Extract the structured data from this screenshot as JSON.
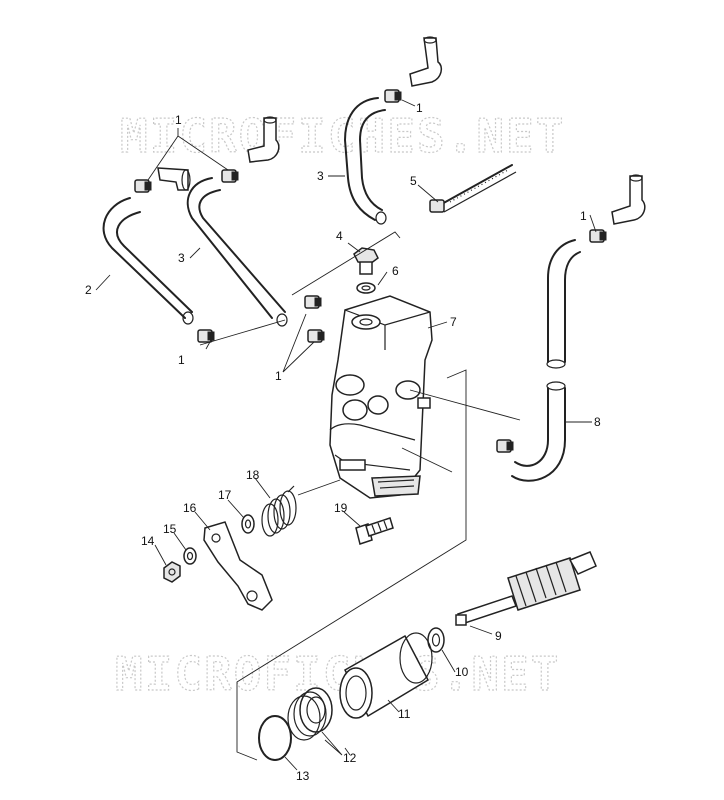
{
  "watermark": "MICROFICHES.NET",
  "callouts": {
    "c1a": "1",
    "c1b": "1",
    "c1c": "1",
    "c1d": "1",
    "c1e": "1",
    "c2": "2",
    "c3a": "3",
    "c3b": "3",
    "c4": "4",
    "c5": "5",
    "c6": "6",
    "c7": "7",
    "c8": "8",
    "c9": "9",
    "c10": "10",
    "c11": "11",
    "c12": "12",
    "c13": "13",
    "c14": "14",
    "c15": "15",
    "c16": "16",
    "c17": "17",
    "c18": "18",
    "c19": "19"
  }
}
